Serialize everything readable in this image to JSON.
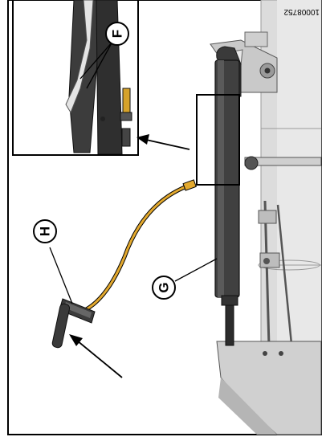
{
  "figure": {
    "figure_id": "10008752",
    "callouts": {
      "F": "F",
      "G": "G",
      "H": "H"
    },
    "colors": {
      "frame": "#000000",
      "hose": "#e3a92e",
      "machine_light": "#d7d7d7",
      "machine_dark": "#3d3d3d",
      "background": "#ffffff"
    }
  }
}
